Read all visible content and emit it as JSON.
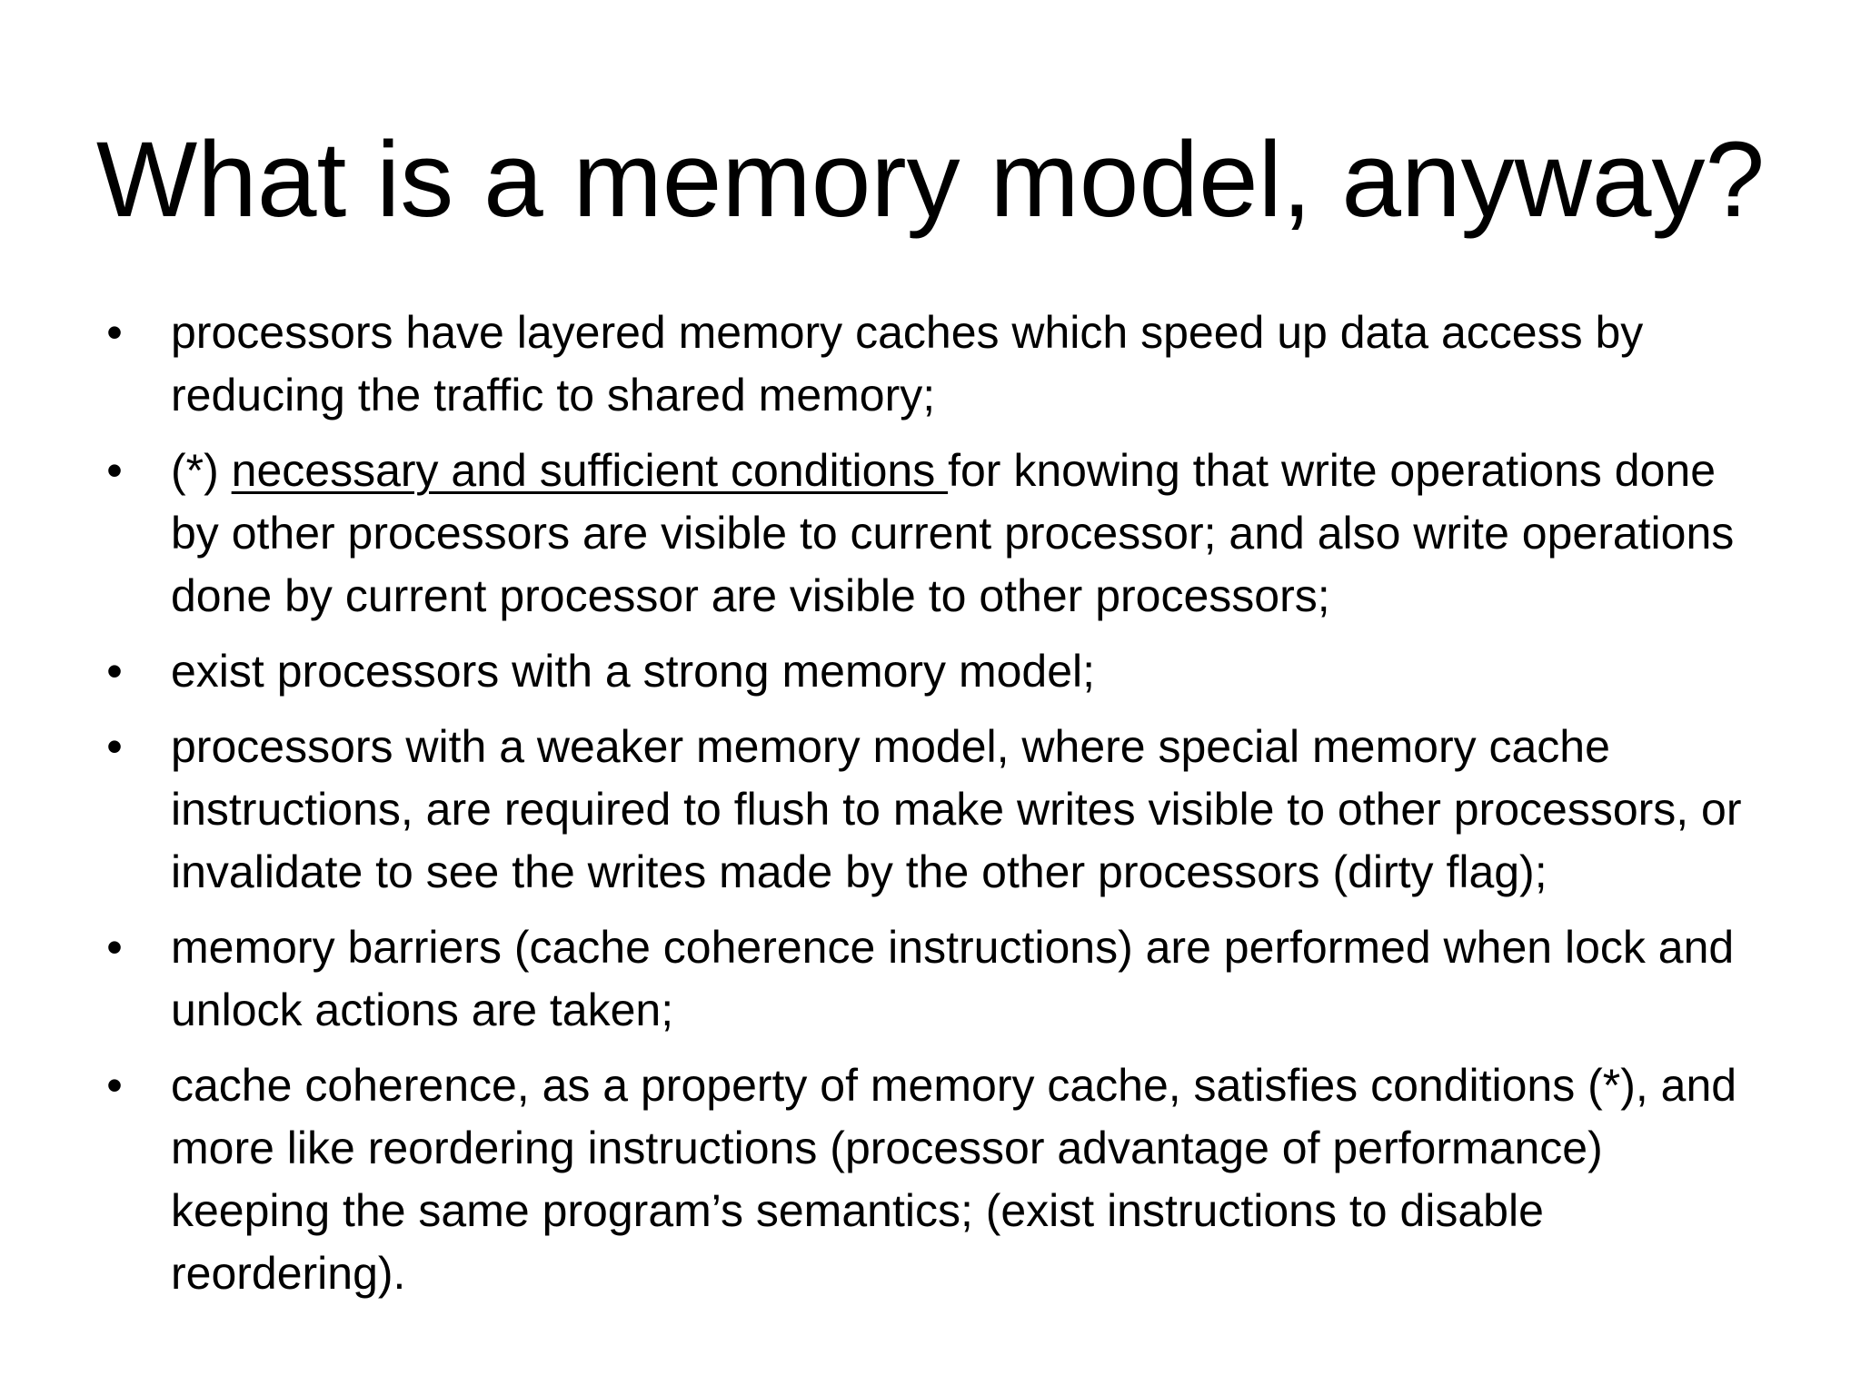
{
  "slide": {
    "title": "What is a memory model, anyway?",
    "bullet_marker": "•",
    "bullets": [
      {
        "text": "processors have layered memory caches which speed up data access by reducing the traffic to shared memory;"
      },
      {
        "prefix": "(*) ",
        "underlined": "necessary and sufficient conditions ",
        "rest": "for knowing that write operations done by other processors are visible to current processor; and also write operations done by current processor are visible to other processors;"
      },
      {
        "text": "exist processors with a strong memory model;"
      },
      {
        "text": "processors with a weaker memory model, where special memory cache instructions, are required to flush to make writes visible to other processors, or invalidate to see the writes made by the other processors (dirty flag);"
      },
      {
        "text": "memory barriers (cache coherence instructions) are performed when lock and unlock actions are taken;"
      },
      {
        "text": "cache coherence, as a property of memory cache, satisfies conditions (*), and more like reordering instructions (processor advantage of performance) keeping the same program’s semantics; (exist instructions to disable reordering)."
      }
    ]
  }
}
